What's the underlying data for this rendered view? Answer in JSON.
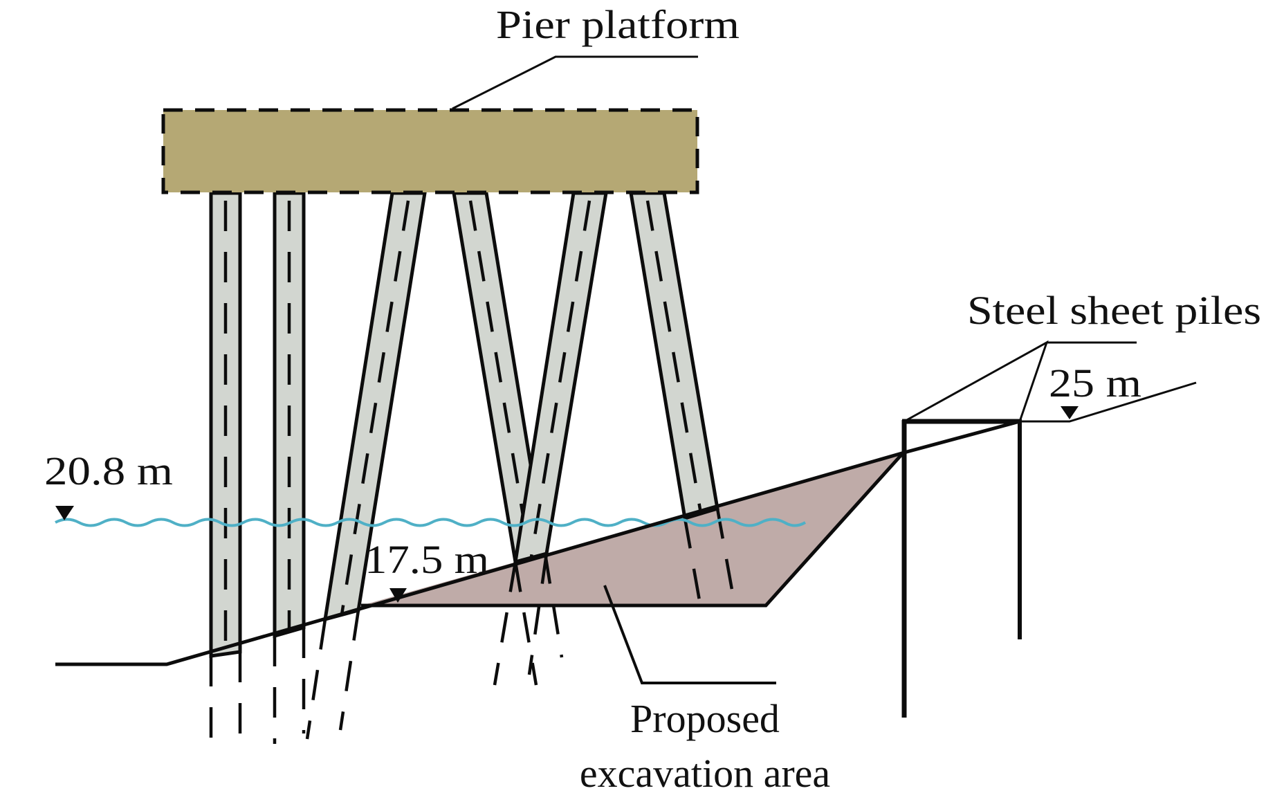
{
  "figure": {
    "labels": {
      "pier_platform": "Pier platform",
      "steel_sheet_piles": "Steel sheet piles",
      "proposed_line1": "Proposed",
      "proposed_line2": "excavation area",
      "water_level": "20.8 m",
      "excavation_level": "17.5 m",
      "top_level": "25 m"
    },
    "colors": {
      "platform_fill": "#b5a874",
      "pile_fill": "#d2d6d0",
      "excavation_fill": "#bfaba8",
      "water_line": "#4fb0c6",
      "line": "#0c0c0c"
    },
    "elements": {
      "pile_count": 6,
      "sheet_pile_count": 2,
      "elevation_markers": [
        "water-level",
        "excavation-level",
        "top-level"
      ]
    }
  }
}
